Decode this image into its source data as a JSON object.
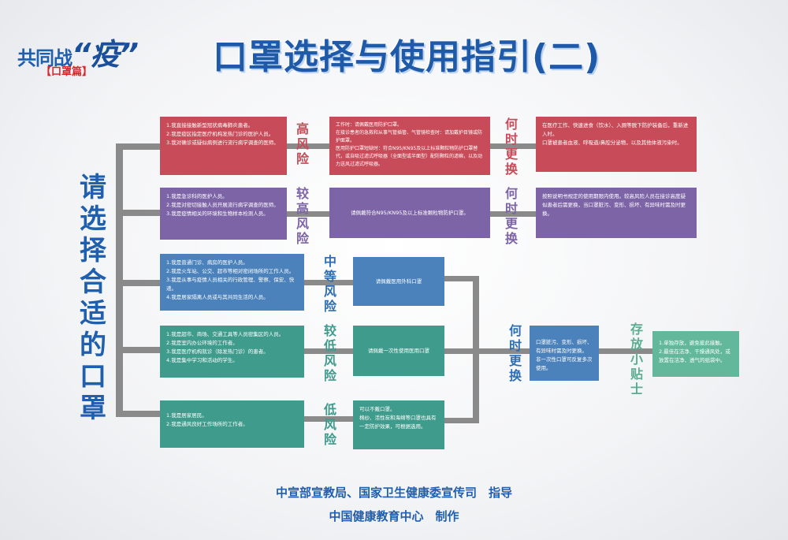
{
  "logo": {
    "line1a": "共同战",
    "line1b": "“疫”",
    "line2": "【口罩篇】"
  },
  "title": "口罩选择与使用指引(二)",
  "side_title": "请选择合适的口罩",
  "rows": {
    "high": {
      "people": [
        "1.我直接接触新型冠状病毒肺炎患者。",
        "2.我是疫区指定医疗机构发热门诊的医护人员。",
        "3.我对确诊或疑似病例进行流行病学调查的医师。"
      ],
      "risk": "高风险",
      "mask": [
        "工作时：请佩戴医用防护口罩。",
        "在接诊患者的急救和从事气管插管、气管镜检查时：请加戴护目镜或防护面罩。",
        "医用防护口罩短缺时：符合N95/KN95及以上标准颗粒物防护口罩替代，或自吸过滤式呼吸器（全面型或半面型）配防颗粒的滤棉，以及动力送风过滤式呼吸器。"
      ],
      "when": "何时更换",
      "change": [
        "在医疗工作、快速进食（饮水）、入厕等脱下防护装备后，重新进入时。",
        "口罩被患者血液、呼吸道/鼻腔分泌物，以及其他体液污染时。"
      ]
    },
    "mid_high": {
      "people": [
        "1.我是急诊科的医护人员。",
        "2.我是对密切接触人员开展流行病学调查的医师。",
        "3.我是疫情相关的环境和生物样本检测人员。"
      ],
      "risk": "较高风险",
      "mask": [
        "请佩戴符合N95/KN95及以上标准颗粒物防护口罩。"
      ],
      "when": "何时更换",
      "change": [
        "按照说明书规定的使用期限内使用。较高风险人员在接诊高度疑似患者后需更换，当口罩脏污、变形、损坏、有异味时需及时更换。"
      ]
    },
    "medium": {
      "people": [
        "1.我是普通门诊、病房的医护人员。",
        "2.我是火车站、公交、超市等相对密闭场所的工作人员。",
        "3.我是从事与疫情人员相关的行政管理、警察、保安、快递。",
        "4.我是居家隔离人员或与其共同生活的人员。"
      ],
      "risk": "中等风险",
      "mask": [
        "请佩戴医用外科口罩"
      ]
    },
    "low_mid": {
      "people": [
        "1.我是超市、商场、交通工具等人员密集区的人员。",
        "2.我是室内办公环境的工作者。",
        "3.我是医疗机构就诊（除发热门诊）的患者。",
        "4.我是集中学习和活动的学生。"
      ],
      "risk": "较低风险",
      "mask": [
        "请佩戴一次性使用医用口罩"
      ]
    },
    "low": {
      "people": [
        "1.我是居家居民。",
        "2.我是通风良好工作场所的工作者。"
      ],
      "risk": "低风险",
      "mask": [
        "可以不戴口罩。",
        "棉纱、活性炭和海绵等口罩也具有一定防护效果，可根据选用。"
      ]
    }
  },
  "shared_change": {
    "when": "何时更换",
    "text": [
      "口罩脏污、变形、损坏、有异味时需及时更换。",
      "非一次性口罩可反复多次使用。"
    ]
  },
  "tips": {
    "label": "存放小贴士",
    "text": [
      "1.单独存放，避免彼此接触。",
      "2.最佳在洁净、干燥通风处，或放置在洁净、透气的纸袋中。"
    ]
  },
  "footer": {
    "line1": "中宣部宣教局、国家卫生健康委宣传司　指导",
    "line2": "中国健康教育中心　制作"
  },
  "colors": {
    "high": "#c74b58",
    "mid_high": "#7d64a7",
    "medium": "#4c82bb",
    "low_mid": "#3f9b8c",
    "low": "#3f9b8c",
    "tips": "#63b79b",
    "connector": "#8a8a8a",
    "title": "#1f5aa8"
  }
}
